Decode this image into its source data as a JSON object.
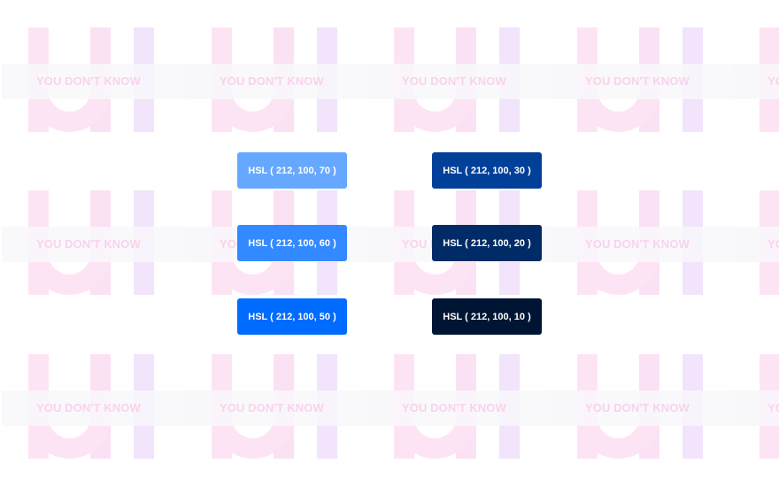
{
  "watermark": {
    "text": "YOU DON'T KNOW"
  },
  "swatches": [
    {
      "label": "HSL ( 212, 100, 70 )",
      "color": "#66a8ff"
    },
    {
      "label": "HSL ( 212, 100, 30 )",
      "color": "#004099"
    },
    {
      "label": "HSL ( 212, 100, 60 )",
      "color": "#3389ff"
    },
    {
      "label": "HSL ( 212, 100, 20 )",
      "color": "#002b66"
    },
    {
      "label": "HSL ( 212, 100, 50 )",
      "color": "#006bff"
    },
    {
      "label": "HSL ( 212, 100, 10 )",
      "color": "#001533"
    }
  ]
}
